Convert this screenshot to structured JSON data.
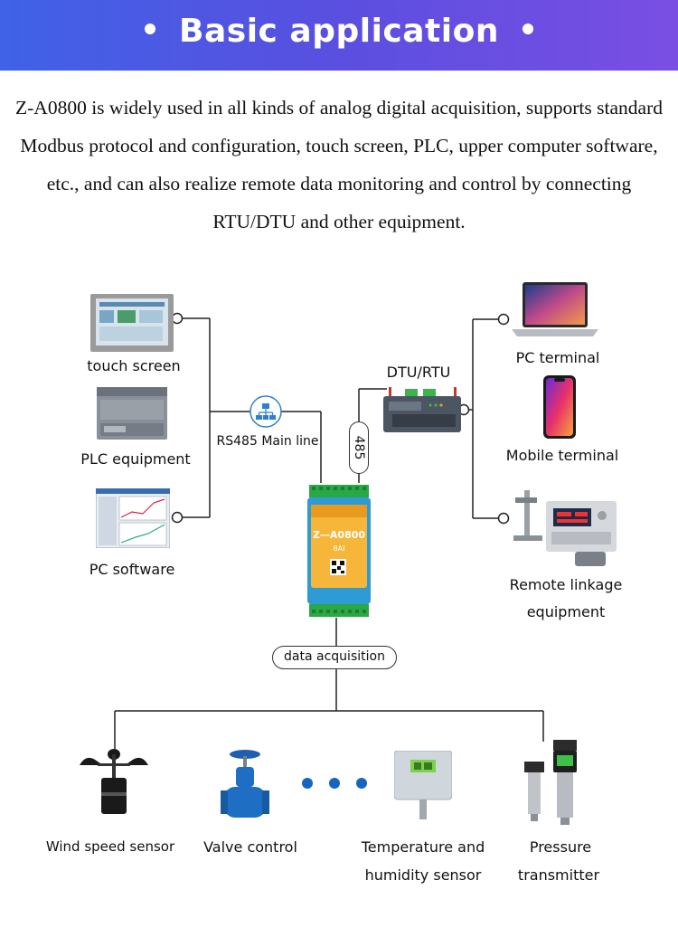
{
  "header": {
    "title": "Basic application"
  },
  "intro": {
    "text": "Z-A0800 is widely used in all kinds of analog digital acquisition, supports standard Modbus protocol and configuration, touch screen, PLC, upper computer software, etc., and can also realize remote data monitoring and control by connecting RTU/DTU and other equipment."
  },
  "left_devices": [
    {
      "label": "touch screen",
      "icon": "touch-screen-icon"
    },
    {
      "label": "PLC equipment",
      "icon": "plc-icon"
    },
    {
      "label": "PC software",
      "icon": "pc-software-icon"
    }
  ],
  "bus": {
    "label": "RS485 Main line",
    "icon": "network-icon"
  },
  "dtu": {
    "label": "DTU/RTU",
    "connector": "485"
  },
  "module": {
    "model": "Z—A0800",
    "sub": "8AI"
  },
  "right_devices": [
    {
      "label": "PC terminal",
      "icon": "laptop-icon"
    },
    {
      "label": "Mobile terminal",
      "icon": "smartphone-icon"
    },
    {
      "label_line1": "Remote linkage",
      "label_line2": "equipment",
      "icon": "filling-machine-icon"
    }
  ],
  "acquisition": {
    "label": "data acquisition"
  },
  "sensors": [
    {
      "label": "Wind speed sensor",
      "icon": "anemometer-icon"
    },
    {
      "label": "Valve control",
      "icon": "valve-icon"
    },
    {
      "label_line1": "Temperature and",
      "label_line2": "humidity sensor",
      "icon": "temp-humidity-sensor-icon"
    },
    {
      "label_line1": "Pressure",
      "label_line2": "transmitter",
      "icon": "pressure-transmitter-icon"
    }
  ],
  "colors": {
    "banner_start": "#3f62e6",
    "banner_end": "#7a4ee3",
    "ellipsis": "#1565c0",
    "module": "#f6b63a",
    "module_side": "#2e9ad6"
  }
}
